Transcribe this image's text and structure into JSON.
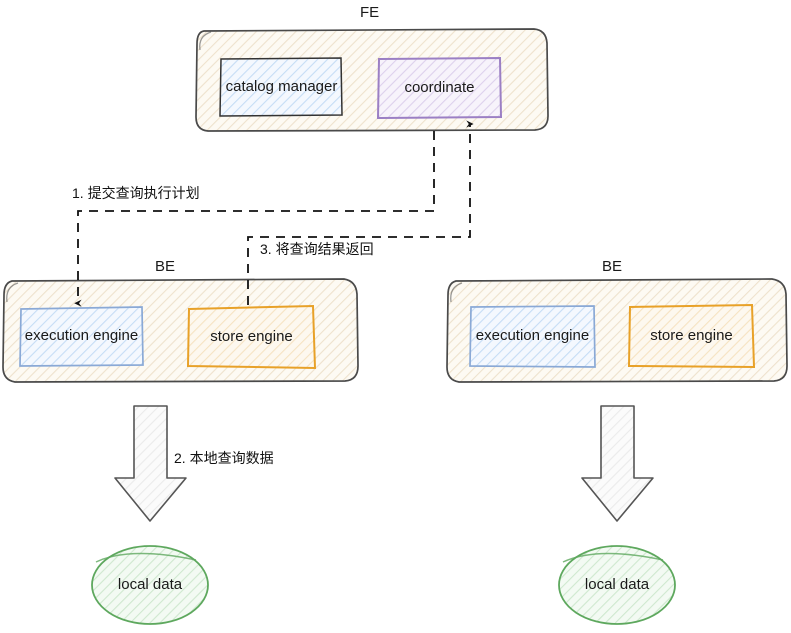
{
  "diagram": {
    "title_fe": "FE",
    "nodes": {
      "fe": {
        "label": "FE",
        "children": [
          {
            "id": "catalog-manager",
            "label": "catalog manager",
            "border": "#333333",
            "fill": "#e8f0fb"
          },
          {
            "id": "coordinate",
            "label": "coordinate",
            "border": "#9b7fc4",
            "fill": "#f0eaf7"
          }
        ]
      },
      "be_left": {
        "label": "BE",
        "children": [
          {
            "id": "execution-engine-left",
            "label": "execution engine",
            "border": "#8aa9d6",
            "fill": "#e8f0fb"
          },
          {
            "id": "store-engine-left",
            "label": "store engine",
            "border": "#e8a128",
            "fill": "#fdf4e5"
          }
        ]
      },
      "be_right": {
        "label": "BE",
        "children": [
          {
            "id": "execution-engine-right",
            "label": "execution engine",
            "border": "#8aa9d6",
            "fill": "#e8f0fb"
          },
          {
            "id": "store-engine-right",
            "label": "store engine",
            "border": "#e8a128",
            "fill": "#fdf4e5"
          }
        ]
      },
      "data_left": {
        "id": "local-data-left",
        "label": "local data",
        "border": "#5ea85e",
        "fill": "#eef7ee"
      },
      "data_right": {
        "id": "local-data-right",
        "label": "local data",
        "border": "#5ea85e",
        "fill": "#eef7ee"
      }
    },
    "flows": [
      {
        "id": "flow-1",
        "label": "1. 提交查询执行计划",
        "style": "dashed"
      },
      {
        "id": "flow-2",
        "label": "2. 本地查询数据",
        "style": "block-arrow"
      },
      {
        "id": "flow-3",
        "label": "3. 将查询结果返回",
        "style": "dashed"
      }
    ],
    "colors": {
      "container_border": "#4a4a4a",
      "container_fill": "#fdfaf3",
      "arrow": "#111111",
      "block_arrow_fill": "#fafafa",
      "block_arrow_stroke": "#555555"
    }
  }
}
